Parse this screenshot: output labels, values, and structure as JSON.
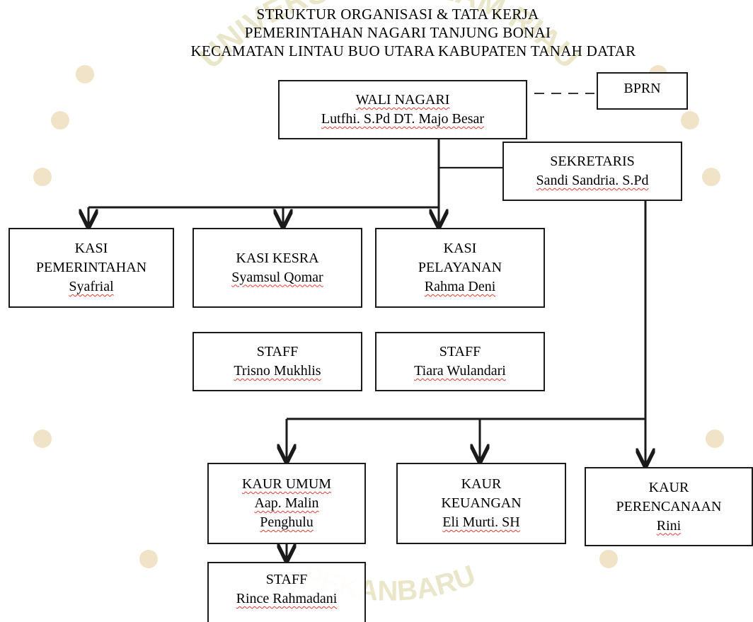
{
  "header": {
    "line1": "STRUKTUR ORGANISASI & TATA KERJA",
    "line2": "PEMERINTAHAN NAGARI TANJUNG BONAI",
    "line3": "KECAMATAN LINTAU BUO UTARA KABUPATEN TANAH DATAR"
  },
  "watermark": {
    "top_arc": "UNIVERSITAS ISLAM RIAU",
    "bottom_arc": "PEKANBARU"
  },
  "nodes": {
    "wali": {
      "title": "WALI NAGARI",
      "name": "Lutfhi. S.Pd DT. Majo Besar"
    },
    "bprn": {
      "title": "BPRN"
    },
    "sekretaris": {
      "title": "SEKRETARIS",
      "name": "Sandi Sandria. S.Pd"
    },
    "kasi_pemerintahan": {
      "title_1": "KASI",
      "title_2": "PEMERINTAHAN",
      "name": "Syafrial"
    },
    "kasi_kesra": {
      "title": "KASI KESRA",
      "name": "Syamsul Qomar"
    },
    "kasi_pelayanan": {
      "title_1": "KASI",
      "title_2": "PELAYANAN",
      "name": "Rahma Deni"
    },
    "staff_kesra": {
      "title": "STAFF",
      "name": "Trisno Mukhlis"
    },
    "staff_pelayanan": {
      "title": "STAFF",
      "name": "Tiara Wulandari"
    },
    "kaur_umum": {
      "title": "KAUR UMUM",
      "name_1": "Aap. Malin",
      "name_2": "Penghulu"
    },
    "kaur_keuangan": {
      "title_1": "KAUR",
      "title_2": "KEUANGAN",
      "name": "Eli Murti. SH"
    },
    "kaur_perencanaan": {
      "title_1": "KAUR",
      "title_2": "PERENCANAAN",
      "name": "Rini"
    },
    "staff_umum": {
      "title": "STAFF",
      "name": "Rince Rahmadani"
    }
  },
  "colors": {
    "line": "#1a1a1a",
    "watermark": "#d8d2a0",
    "spellcheck": "#e23b2f"
  }
}
